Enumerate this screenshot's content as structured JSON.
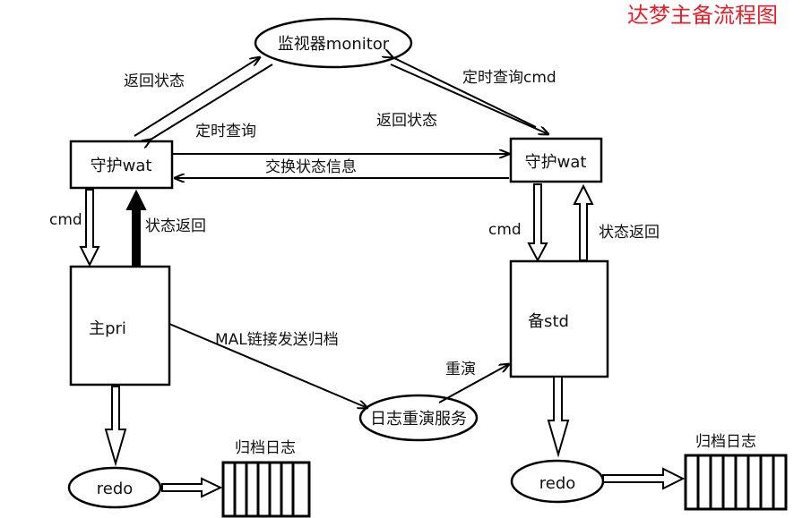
{
  "title": "达梦主备流程图",
  "nodes": {
    "monitor": "监视器monitor",
    "wat_left": "守护wat",
    "wat_right": "守护wat",
    "primary": "主pri",
    "standby": "备std",
    "replay_service": "日志重演服务",
    "redo_left": "redo",
    "redo_right": "redo",
    "archive_left": "归档日志",
    "archive_right": "归档日志"
  },
  "edges": {
    "return_status_left": "返回状态",
    "timed_query": "定时查询",
    "timed_query_cmd": "定时查询cmd",
    "return_status_right": "返回状态",
    "exchange_status": "交换状态信息",
    "cmd_left": "cmd",
    "status_return_left": "状态返回",
    "cmd_right": "cmd",
    "status_return_right": "状态返回",
    "mal_send_archive": "MAL链接发送归档",
    "replay": "重演"
  },
  "colors": {
    "title": "#e8202a",
    "stroke": "#000000"
  }
}
